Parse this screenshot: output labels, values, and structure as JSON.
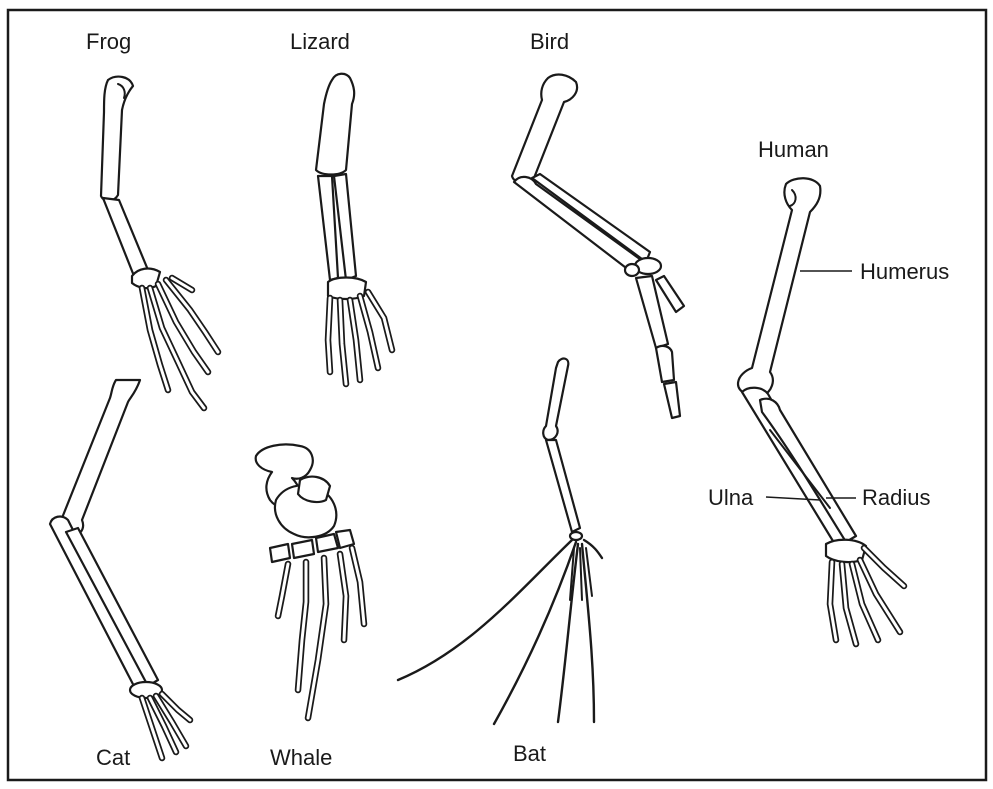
{
  "labels": {
    "frog": "Frog",
    "lizard": "Lizard",
    "bird": "Bird",
    "human": "Human",
    "cat": "Cat",
    "whale": "Whale",
    "bat": "Bat"
  },
  "bone_labels": {
    "humerus": "Humerus",
    "ulna": "Ulna",
    "radius": "Radius"
  },
  "colors": {
    "line": "#1a1a1a",
    "background": "#ffffff"
  }
}
